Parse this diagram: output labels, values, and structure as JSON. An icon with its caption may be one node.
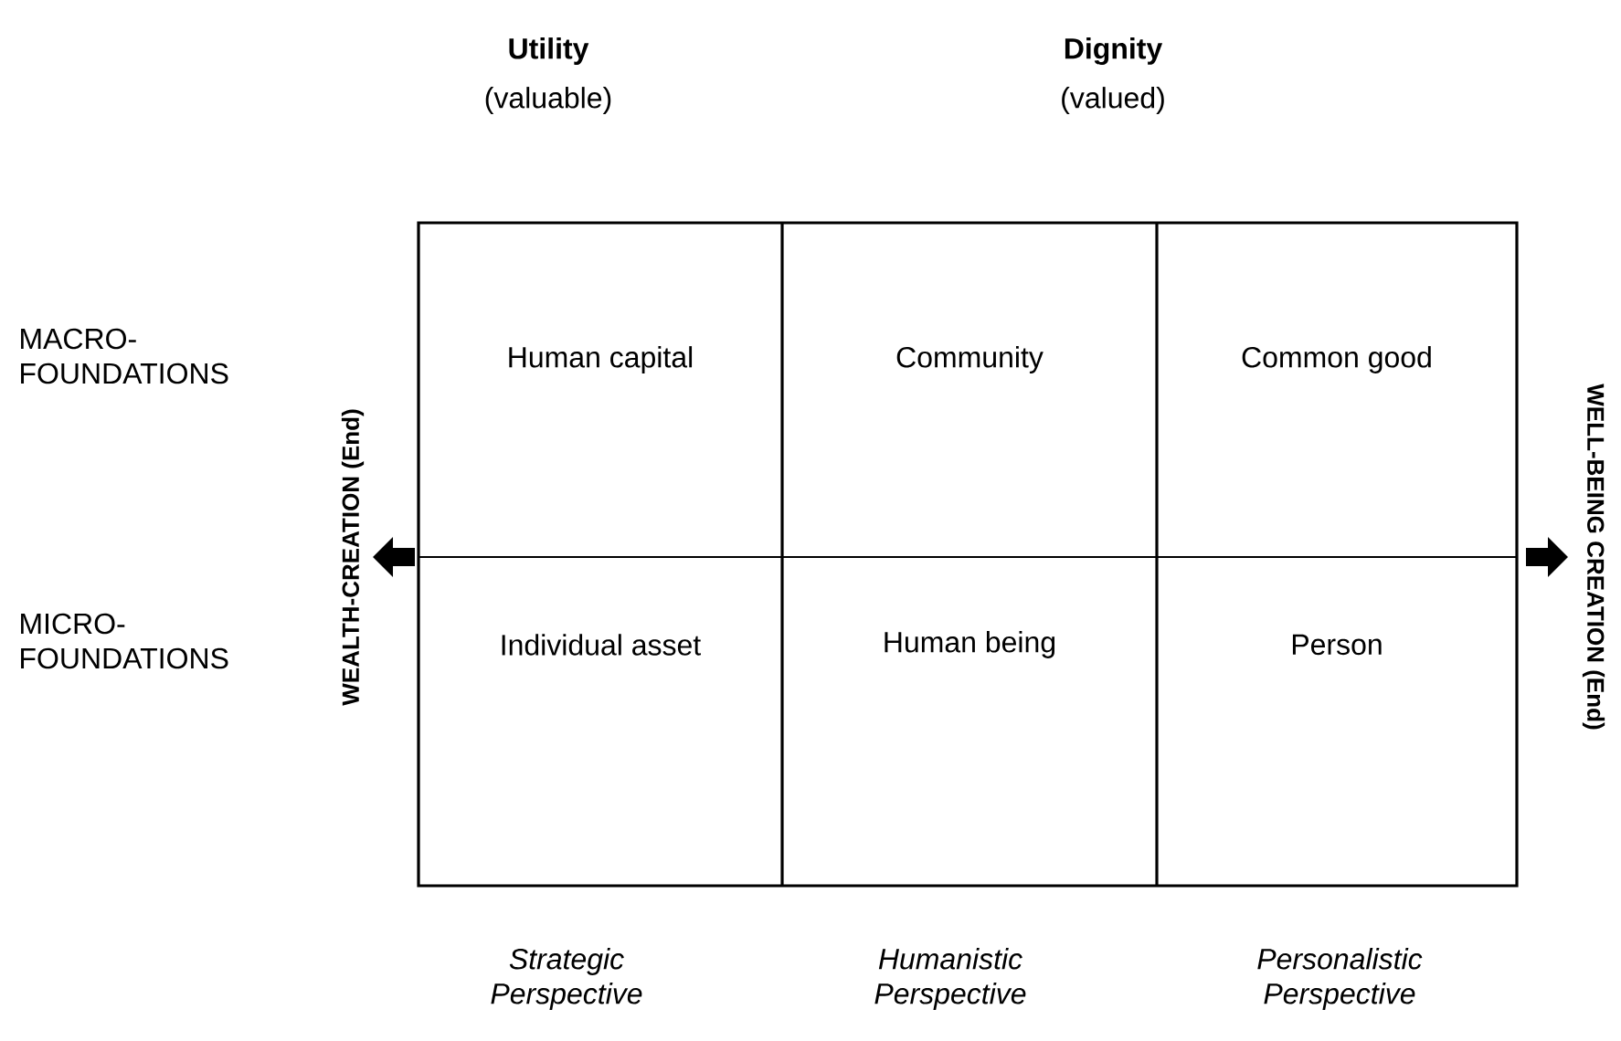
{
  "diagram": {
    "nodes": [
      {
        "text": [
          "Human capital"
        ]
      },
      {
        "text": [
          "Community"
        ]
      },
      {
        "text": [
          "Common good"
        ]
      },
      {
        "text": [
          "Individual asset"
        ]
      },
      {
        "text": [
          "Human being"
        ]
      },
      {
        "text": [
          "Person"
        ]
      }
    ],
    "labels": [
      "Utility",
      "(valuable)",
      "Dignity",
      "(valued)",
      "MACRO-FOUNDATIONS",
      "WEALTH-CREATION (End)",
      "WELL-BEING CREATION (End)",
      "MICRO-FOUNDATIONS",
      "Strategic Perspective",
      "Humanistic Perspective",
      "Personalistic Perspective"
    ]
  }
}
